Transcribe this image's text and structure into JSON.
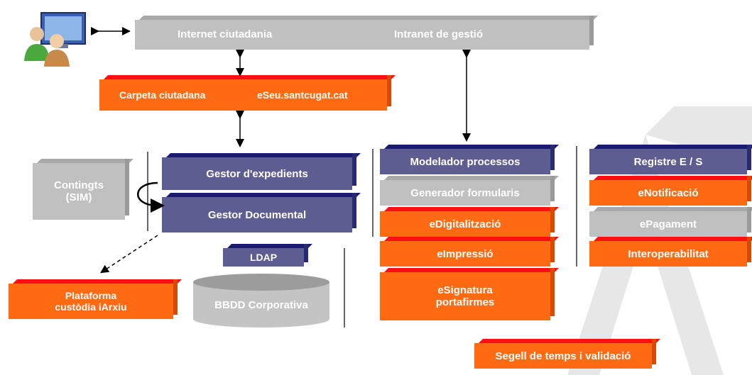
{
  "top_bar": {
    "left_label": "Internet ciutadania",
    "right_label": "Intranet de gestió"
  },
  "carpeta": {
    "left_label": "Carpeta ciutadana",
    "right_label": "eSeu.santcugat.cat"
  },
  "gestor_expedients": "Gestor d'expedients",
  "gestor_documental": "Gestor Documental",
  "continguts": [
    "Contingts",
    "(SIM)"
  ],
  "ldap": "LDAP",
  "bbdd": "BBDD Corporativa",
  "plataforma": [
    "Plataforma",
    "custòdia iArxiu"
  ],
  "middle_stack": [
    "Modelador processos",
    "Generador formularis",
    "eDigitalització",
    "eImpressió"
  ],
  "esignatura": [
    "eSignatura",
    "portafirmes"
  ],
  "right_stack": [
    "Registre E / S",
    "eNotificació",
    "ePagament",
    "Interoperabilitat"
  ],
  "segell": "Segell de temps i validació",
  "colors": {
    "navy": "#5d5d92",
    "orange": "#ff6a13",
    "red_top": "#ff0f0f",
    "gray": "#c0c0c0"
  }
}
